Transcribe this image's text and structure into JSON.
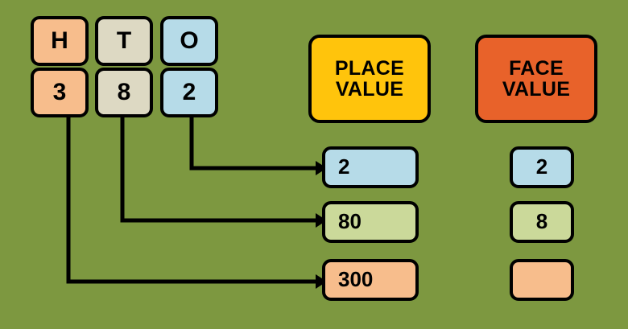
{
  "background_color": "#7d9840",
  "diagram": {
    "title_concepts": [
      "PLACE VALUE",
      "FACE VALUE"
    ],
    "number_columns": {
      "headers": [
        {
          "label": "H",
          "meaning": "hundreds",
          "color": "#f7bd8c"
        },
        {
          "label": "T",
          "meaning": "tens",
          "color": "#ddd9c3"
        },
        {
          "label": "O",
          "meaning": "ones",
          "color": "#b6dbe8"
        }
      ],
      "digits": [
        {
          "label": "3",
          "color": "#f7bd8c"
        },
        {
          "label": "8",
          "color": "#ddd9c3"
        },
        {
          "label": "2",
          "color": "#b6dbe8"
        }
      ]
    },
    "place_value_header": {
      "line1": "PLACE",
      "line2": "VALUE",
      "color": "#ffc40c"
    },
    "face_value_header": {
      "line1": "FACE",
      "line2": "VALUE",
      "color": "#e8622a"
    },
    "place_values": [
      {
        "label": "2",
        "color": "#b6dbe8"
      },
      {
        "label": "80",
        "color": "#cbd99a"
      },
      {
        "label": "300",
        "color": "#f7bd8c"
      }
    ],
    "face_values": [
      {
        "label": "2",
        "color": "#b6dbe8"
      },
      {
        "label": "8",
        "color": "#cbd99a"
      },
      {
        "label": "",
        "color": "#f7bd8c"
      }
    ],
    "arrows": [
      {
        "from": "digit-2",
        "to": "place-value-2"
      },
      {
        "from": "digit-8",
        "to": "place-value-80"
      },
      {
        "from": "digit-3",
        "to": "place-value-300"
      }
    ]
  }
}
